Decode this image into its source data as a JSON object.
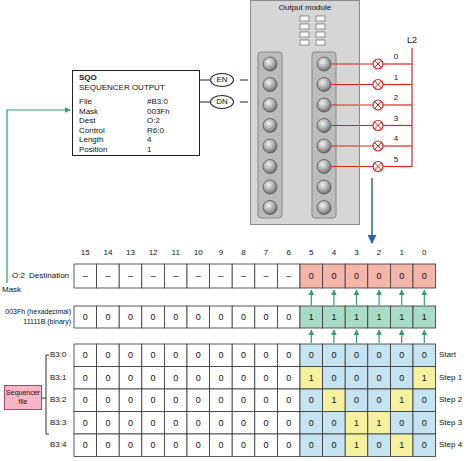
{
  "diagram": {
    "nodes": [
      {
        "text": [
          "SQO",
          "SEQUENCER OUTPUT",
          "File",
          "#B3:0",
          "Mask",
          "003Fh",
          "Dest",
          "O:2",
          "Control",
          "R6:0",
          "Length",
          "4",
          "Position",
          "1"
        ]
      },
      {
        "text": [
          "EN"
        ]
      },
      {
        "text": [
          "DN"
        ]
      },
      {
        "text": [
          "Output module"
        ]
      },
      {
        "text": [
          "Sequencer file"
        ]
      }
    ],
    "edges": [
      {
        "from": 0,
        "to": 1,
        "arrow": "none"
      },
      {
        "from": 0,
        "to": 2,
        "arrow": "none"
      }
    ],
    "labels": [
      "0",
      "1",
      "2",
      "3",
      "4",
      "5",
      "L2",
      "15",
      "14",
      "13",
      "12",
      "11",
      "10",
      "9",
      "8",
      "7",
      "6",
      "5",
      "4",
      "3",
      "2",
      "1",
      "0",
      "O:2",
      "Destination",
      "–",
      "–",
      "–",
      "–",
      "–",
      "–",
      "–",
      "–",
      "–",
      "–",
      "0",
      "0",
      "0",
      "0",
      "0",
      "0",
      "Mask",
      "003Fh (hexadecimal)",
      "11111B (binary)",
      "0",
      "0",
      "0",
      "0",
      "0",
      "0",
      "0",
      "0",
      "0",
      "0",
      "1",
      "1",
      "1",
      "1",
      "1",
      "1",
      "B3:0",
      "0",
      "0",
      "0",
      "0",
      "0",
      "0",
      "0",
      "0",
      "0",
      "0",
      "0",
      "0",
      "0",
      "0",
      "0",
      "0",
      "Start",
      "B3:1",
      "0",
      "0",
      "0",
      "0",
      "0",
      "0",
      "0",
      "0",
      "0",
      "0",
      "1",
      "0",
      "0",
      "0",
      "0",
      "1",
      "Step 1",
      "B3:2",
      "0",
      "0",
      "0",
      "0",
      "0",
      "0",
      "0",
      "0",
      "0",
      "0",
      "0",
      "1",
      "0",
      "0",
      "1",
      "0",
      "Step 2",
      "B3:3",
      "0",
      "0",
      "0",
      "0",
      "0",
      "0",
      "0",
      "0",
      "0",
      "0",
      "0",
      "0",
      "1",
      "1",
      "0",
      "0",
      "Step 3",
      "B3:4",
      "0",
      "0",
      "0",
      "0",
      "0",
      "0",
      "0",
      "0",
      "0",
      "0",
      "0",
      "0",
      "1",
      "0",
      "1",
      "0",
      "Step 4"
    ]
  }
}
